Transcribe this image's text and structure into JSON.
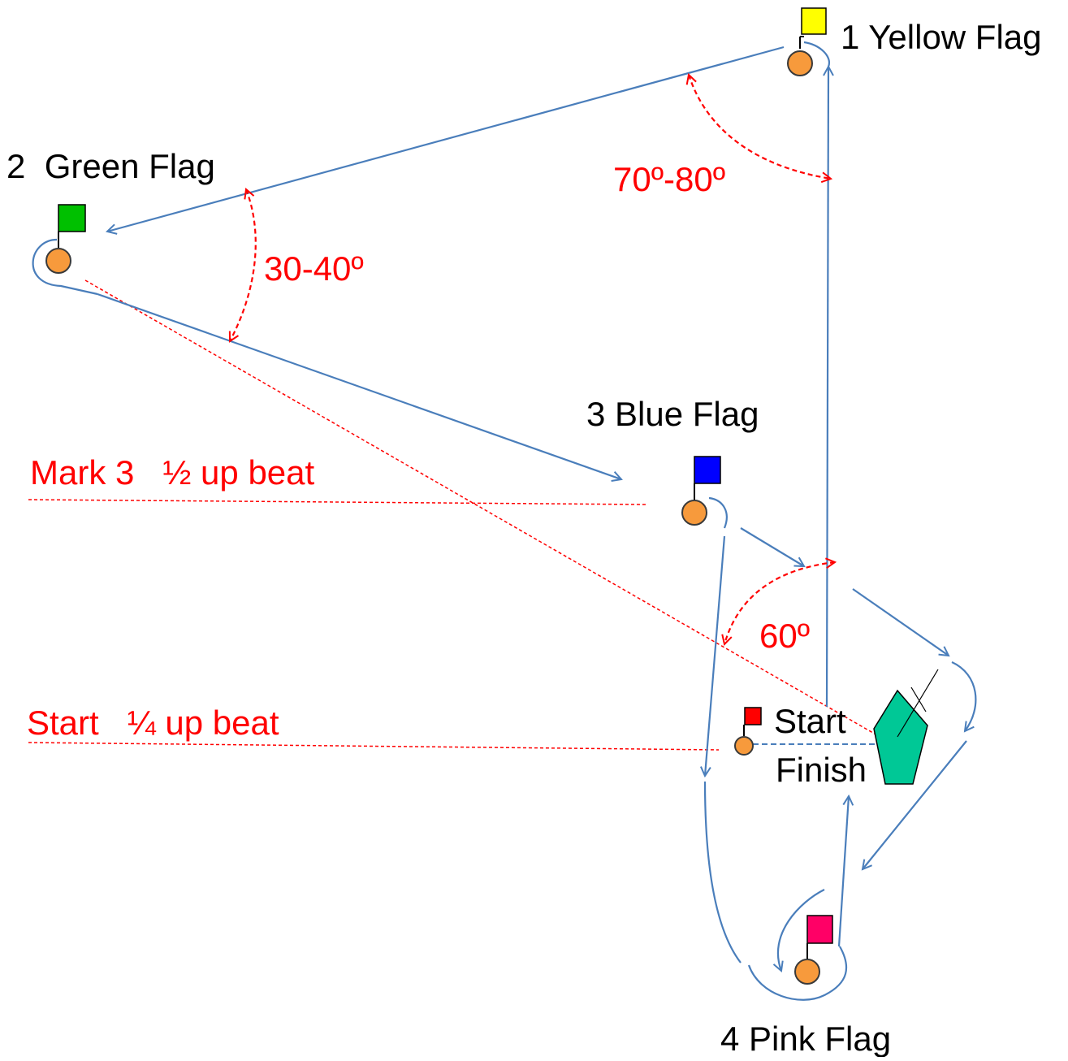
{
  "colors": {
    "course_line": "#4a7ebb",
    "annotation": "#ff0000",
    "buoy": "#f79a3c",
    "committee_boat": "#00c896",
    "yellow_flag": "#ffff00",
    "green_flag": "#00c000",
    "blue_flag": "#0000ff",
    "pink_flag": "#ff0066",
    "start_flag": "#ff0000"
  },
  "marks": {
    "mark1": {
      "label": "1 Yellow Flag",
      "flag_color": "#ffff00"
    },
    "mark2": {
      "label": "2  Green Flag",
      "flag_color": "#00c000"
    },
    "mark3": {
      "label": "3 Blue Flag",
      "flag_color": "#0000ff"
    },
    "mark4": {
      "label": "4 Pink Flag",
      "flag_color": "#ff0066"
    }
  },
  "start_line": {
    "start_label": "Start",
    "finish_label": "Finish"
  },
  "angles": {
    "mark1": "70º-80º",
    "mark2": "30-40º",
    "mark3": "60º"
  },
  "reference_lines": {
    "mark3": "Mark 3   ½ up beat",
    "start": "Start   ¼ up beat"
  }
}
